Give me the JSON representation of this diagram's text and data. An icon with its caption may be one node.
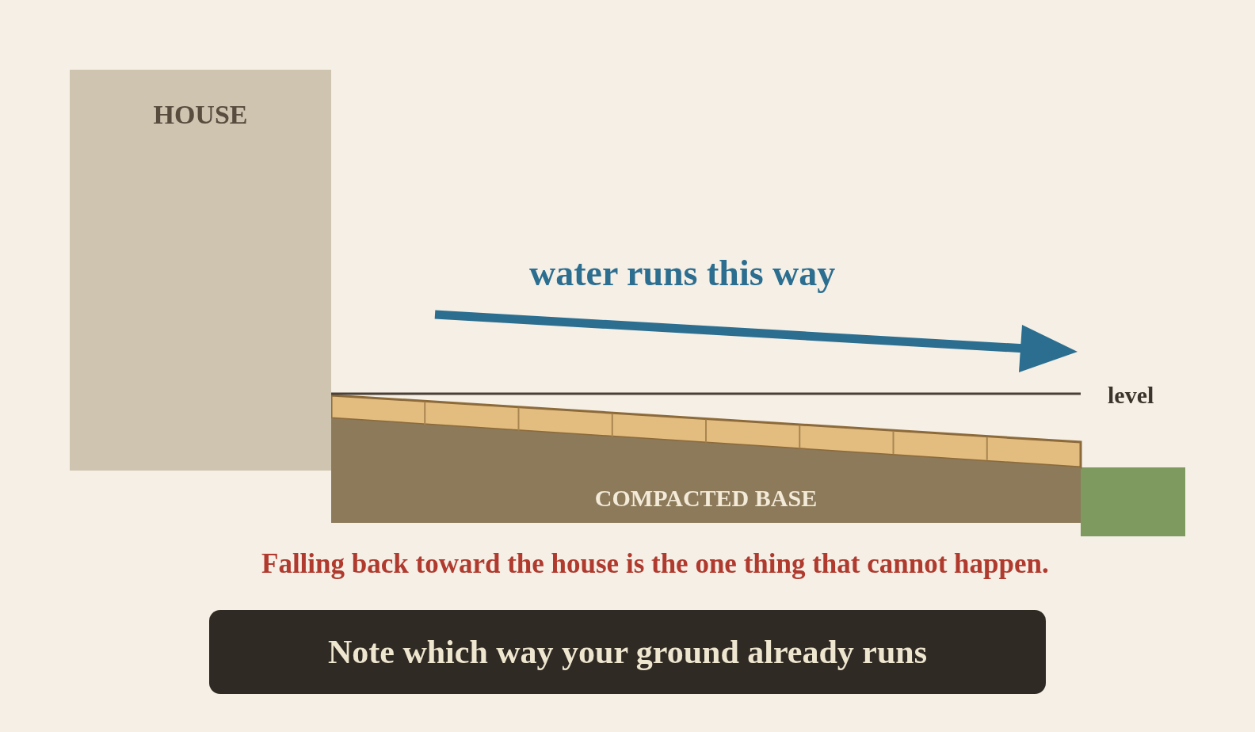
{
  "diagram": {
    "nodes": [
      {
        "text": [
          "HOUSE"
        ]
      },
      {
        "text": [
          "COMPACTED BASE"
        ]
      },
      {
        "text": [
          "Note which way your ground already runs"
        ]
      }
    ],
    "labels": [
      "water runs this way",
      "level",
      "Falling back toward the house is the one thing that cannot happen."
    ]
  }
}
